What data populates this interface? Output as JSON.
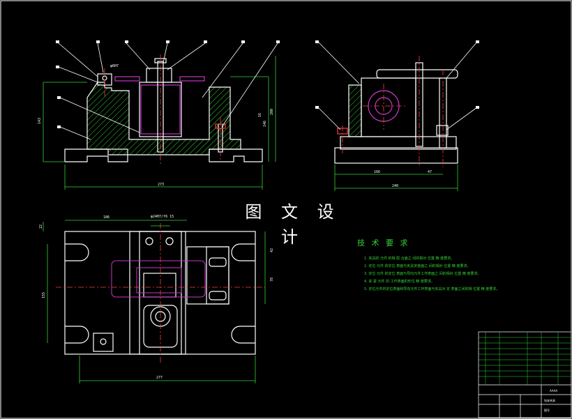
{
  "watermark_title": "图 文 设 计",
  "technical_requirements": {
    "title": "技 术 要 求",
    "items": [
      "1. 夹具的 元件 的相 配 合面之 间的相对 位置 精 度要求。",
      "2. 定位 元件 的定位 表面与夹具安装面之 间的相对 位置 精 度要求。",
      "3. 定位 元件 的定位 表面与导向元件工作表面之 间的相对 位置 精 度要求。",
      "4. 夹 紧 元件 的 工作表面的形位 精 度要求。",
      "5. 定位元件的定位表面和导向元件工作表面与夹具对 定 表面之间的相 位置 精 度要求。"
    ]
  },
  "dimensions": {
    "front_width": "273",
    "front_height_left": "143",
    "front_height_right_a": "146",
    "front_height_right_b": "200",
    "side_width": "240",
    "side_left": "166",
    "side_right": "47",
    "plan_top": "186",
    "plan_fit": "φ24H7/f6 15",
    "plan_width": "277",
    "plan_left": "155",
    "plan_right_a": "42",
    "plan_right_b": "78",
    "plan_small": "22",
    "fit_callout": "φ6H7",
    "center_right": "16"
  },
  "title_block": {
    "drawing_number": "AAAA",
    "part_name": "钻床夹具",
    "scale_label": "图号"
  },
  "colors": {
    "outline": "#ffffff",
    "dimension": "#34d434",
    "hatch": "#34d434",
    "center": "#ff3b3b",
    "hidden": "#c936c9",
    "leader": "#ffffff",
    "frame": "#ffffff"
  }
}
